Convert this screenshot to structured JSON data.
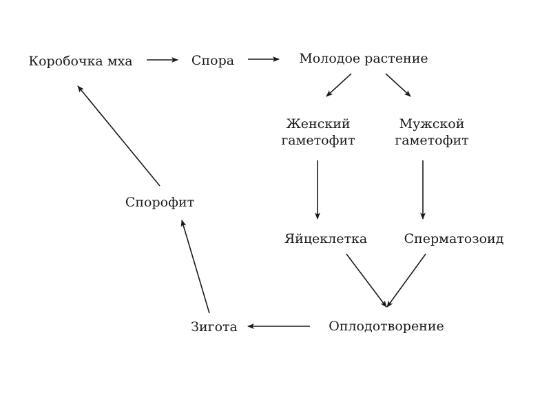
{
  "diagram": {
    "nodes": {
      "moss_capsule": "Коробочка мха",
      "spore": "Спора",
      "young_plant": "Молодое растение",
      "female_gametophyte": [
        "Женский",
        "гаметофит"
      ],
      "male_gametophyte": [
        "Мужской",
        "гаметофит"
      ],
      "sporophyte": "Спорофит",
      "egg_cell": "Яйцеклетка",
      "sperm": "Сперматозоид",
      "zygote": "Зигота",
      "fertilization": "Оплодотворение"
    },
    "edges": [
      {
        "from": "moss_capsule",
        "to": "spore"
      },
      {
        "from": "spore",
        "to": "young_plant"
      },
      {
        "from": "young_plant",
        "to": "female_gametophyte"
      },
      {
        "from": "young_plant",
        "to": "male_gametophyte"
      },
      {
        "from": "female_gametophyte",
        "to": "egg_cell"
      },
      {
        "from": "male_gametophyte",
        "to": "sperm"
      },
      {
        "from": "egg_cell",
        "to": "fertilization"
      },
      {
        "from": "sperm",
        "to": "fertilization"
      },
      {
        "from": "fertilization",
        "to": "zygote"
      },
      {
        "from": "zygote",
        "to": "sporophyte"
      },
      {
        "from": "sporophyte",
        "to": "moss_capsule"
      }
    ],
    "colors": {
      "ink": "#1a1a1a",
      "background": "#ffffff"
    }
  }
}
